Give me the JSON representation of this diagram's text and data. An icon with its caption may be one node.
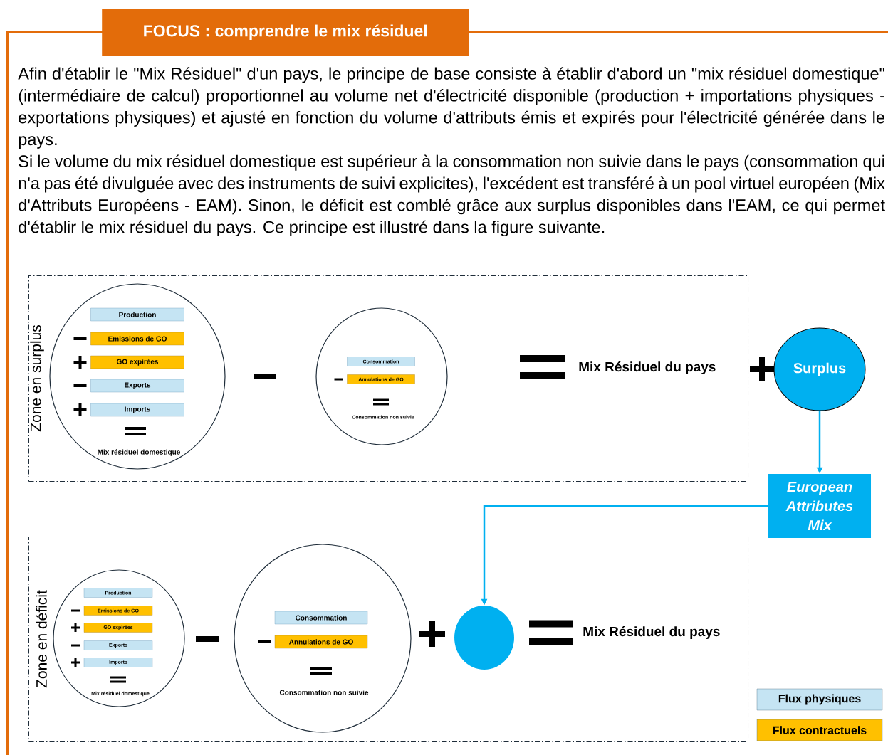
{
  "diagram": {
    "title": "FOCUS : comprendre le mix résiduel",
    "nodes": [
      {
        "text": [
          "Zone en surplus"
        ]
      },
      {
        "text": [
          "Mix résiduel domestique"
        ],
        "in": 0
      },
      {
        "text": [
          "Production"
        ],
        "in": 1
      },
      {
        "text": [
          "Emissions de GO"
        ],
        "in": 1
      },
      {
        "text": [
          "GO expirées"
        ],
        "in": 1
      },
      {
        "text": [
          "Exports"
        ],
        "in": 1
      },
      {
        "text": [
          "Imports"
        ],
        "in": 1
      },
      {
        "text": [
          "Consommation non suivie"
        ],
        "in": 0
      },
      {
        "text": [
          "Consommation"
        ],
        "in": 7
      },
      {
        "text": [
          "Annulations de GO"
        ],
        "in": 7
      },
      {
        "text": [
          "Surplus"
        ]
      },
      {
        "text": [
          "European Attributes Mix"
        ]
      },
      {
        "text": [
          "Zone en déficit"
        ]
      },
      {
        "text": [
          "Mix résiduel domestique"
        ],
        "in": 12
      },
      {
        "text": [
          "Production"
        ],
        "in": 13
      },
      {
        "text": [
          "Emissions de GO"
        ],
        "in": 13
      },
      {
        "text": [
          "GO expirées"
        ],
        "in": 13
      },
      {
        "text": [
          "Exports"
        ],
        "in": 13
      },
      {
        "text": [
          "Imports"
        ],
        "in": 13
      },
      {
        "text": [
          "Consommation non suivie"
        ],
        "in": 12
      },
      {
        "text": [
          "Consommation"
        ],
        "in": 19
      },
      {
        "text": [
          "Annulations de GO"
        ],
        "in": 19
      },
      {
        "text": [],
        "shape": "circle",
        "in": 12
      }
    ],
    "edges": [
      {
        "from": 10,
        "to": 11,
        "arrow": "to"
      },
      {
        "from": 11,
        "to": 22,
        "arrow": "to"
      }
    ],
    "labels": [
      "Afin d'établir le \"Mix Résiduel\" d'un pays, le principe de base consiste à établir d'abord un \"mix résiduel domestique\" (intermédiaire de calcul) proportionnel au volume net d'électricité disponible (production + importations physiques - exportations physiques) et ajusté en fonction du volume d'attributs émis et expirés pour l'électricité générée dans le pays.",
      "Si le volume du mix résiduel domestique est supérieur à la consommation non suivie dans le pays (consommation qui n'a pas été divulguée avec des instruments de suivi explicites), l'excédent est transféré à un pool virtuel européen (Mix d'Attributs Européens - EAM). Sinon, le déficit est comblé grâce aux surplus disponibles dans l'EAM, ce qui permet d'établir le mix résiduel du pays. Ce principe est illustré dans la figure suivante.",
      "Mix Résiduel du pays",
      "Mix Résiduel du pays"
    ],
    "legend": [
      {
        "text": "Flux physiques",
        "color": "#c5e4f3"
      },
      {
        "text": "Flux contractuels",
        "color": "#ffc000"
      }
    ]
  }
}
